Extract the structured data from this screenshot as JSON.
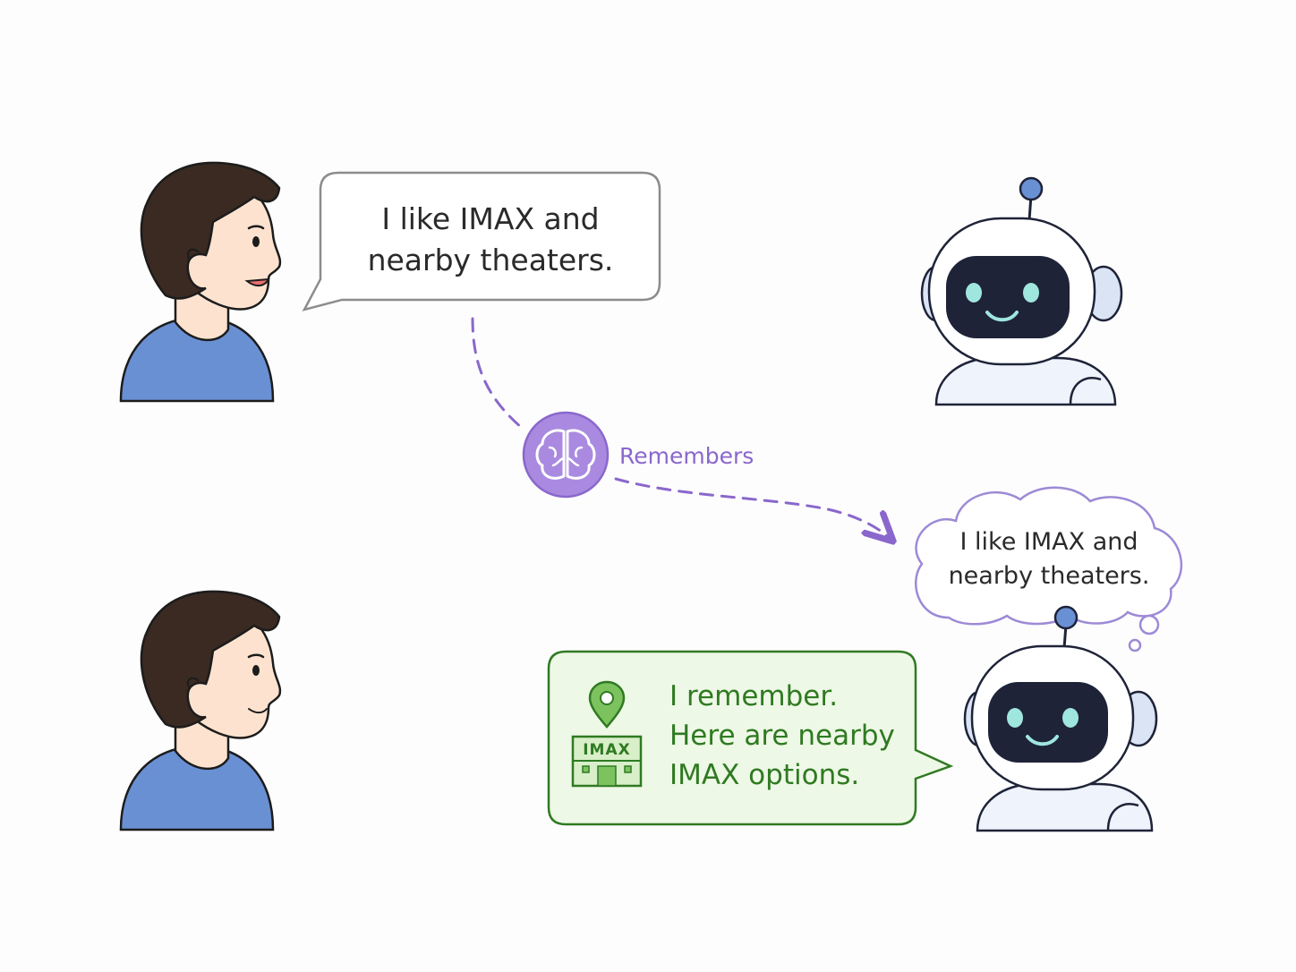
{
  "user_message": {
    "text": "I like IMAX and\nnearby theaters."
  },
  "memory": {
    "label": "Remembers",
    "icon": "brain-icon"
  },
  "assistant_thought": {
    "text": "I like IMAX and\nnearby theaters."
  },
  "assistant_reply": {
    "text": "I remember.\nHere are nearby\nIMAX options.",
    "sign_text": "IMAX",
    "icons": [
      "location-pin-icon",
      "theater-building-icon"
    ]
  },
  "colors": {
    "user_shirt": "#6a90d4",
    "user_hair": "#3a2a22",
    "user_skin": "#fde3cf",
    "memory_accent": "#8a67cc",
    "robot_screen": "#1e2338",
    "robot_eyes": "#9fe6df",
    "reply_green": "#2f7a22",
    "reply_bg": "#eef8e6"
  }
}
